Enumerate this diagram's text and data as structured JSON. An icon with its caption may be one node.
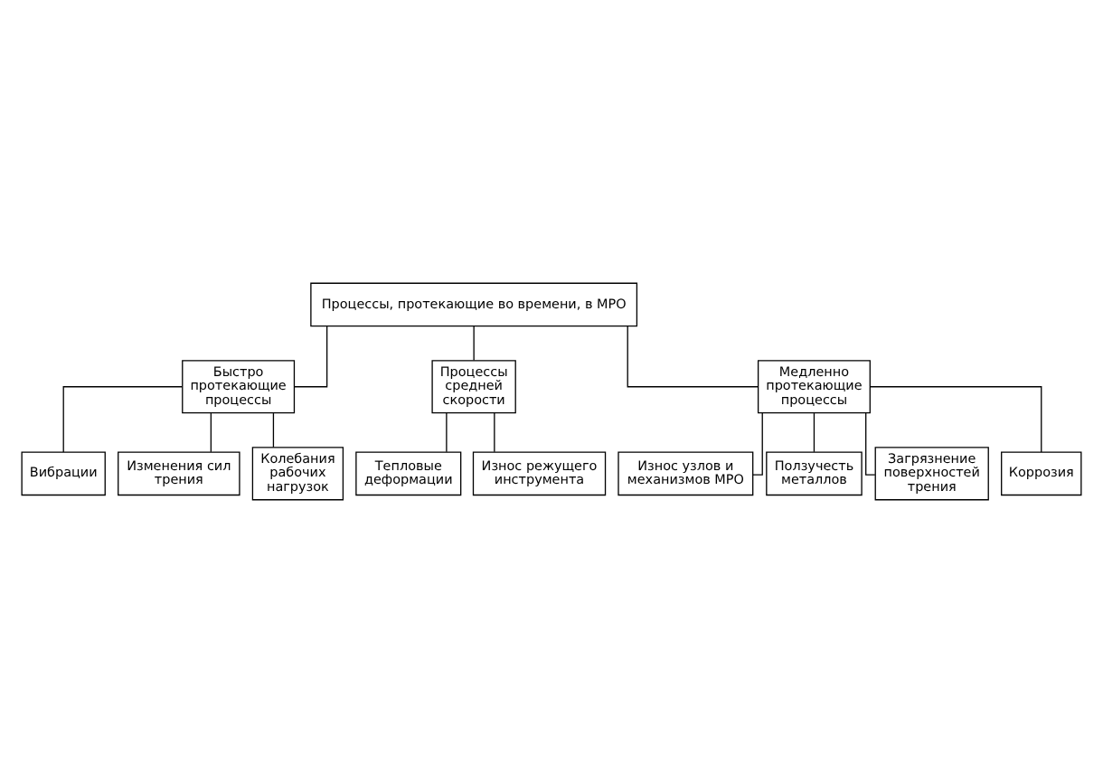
{
  "diagram": {
    "nodes": [
      {
        "text": [
          "Процессы, протекающие во времени, в МРО"
        ]
      },
      {
        "text": [
          "Быстро протекающие процессы"
        ]
      },
      {
        "text": [
          "Процессы средней скорости"
        ]
      },
      {
        "text": [
          "Медленно протекающие процессы"
        ]
      },
      {
        "text": [
          "Вибрации"
        ]
      },
      {
        "text": [
          "Изменения сил трения"
        ]
      },
      {
        "text": [
          "Колебания рабочих нагрузок"
        ]
      },
      {
        "text": [
          "Тепловые деформации"
        ]
      },
      {
        "text": [
          "Износ режущего инструмента"
        ]
      },
      {
        "text": [
          "Износ узлов и механизмов МРО"
        ]
      },
      {
        "text": [
          "Ползучесть металлов"
        ]
      },
      {
        "text": [
          "Загрязнение поверхностей трения"
        ]
      },
      {
        "text": [
          "Коррозия"
        ]
      }
    ],
    "edges": [
      {
        "from": 0,
        "to": 1,
        "arrow": "none"
      },
      {
        "from": 0,
        "to": 2,
        "arrow": "none"
      },
      {
        "from": 0,
        "to": 3,
        "arrow": "none"
      },
      {
        "from": 1,
        "to": 4,
        "arrow": "none"
      },
      {
        "from": 1,
        "to": 5,
        "arrow": "none"
      },
      {
        "from": 1,
        "to": 6,
        "arrow": "none"
      },
      {
        "from": 2,
        "to": 7,
        "arrow": "none"
      },
      {
        "from": 2,
        "to": 8,
        "arrow": "none"
      },
      {
        "from": 3,
        "to": 9,
        "arrow": "none"
      },
      {
        "from": 3,
        "to": 10,
        "arrow": "none"
      },
      {
        "from": 3,
        "to": 11,
        "arrow": "none"
      },
      {
        "from": 3,
        "to": 12,
        "arrow": "none"
      }
    ]
  }
}
